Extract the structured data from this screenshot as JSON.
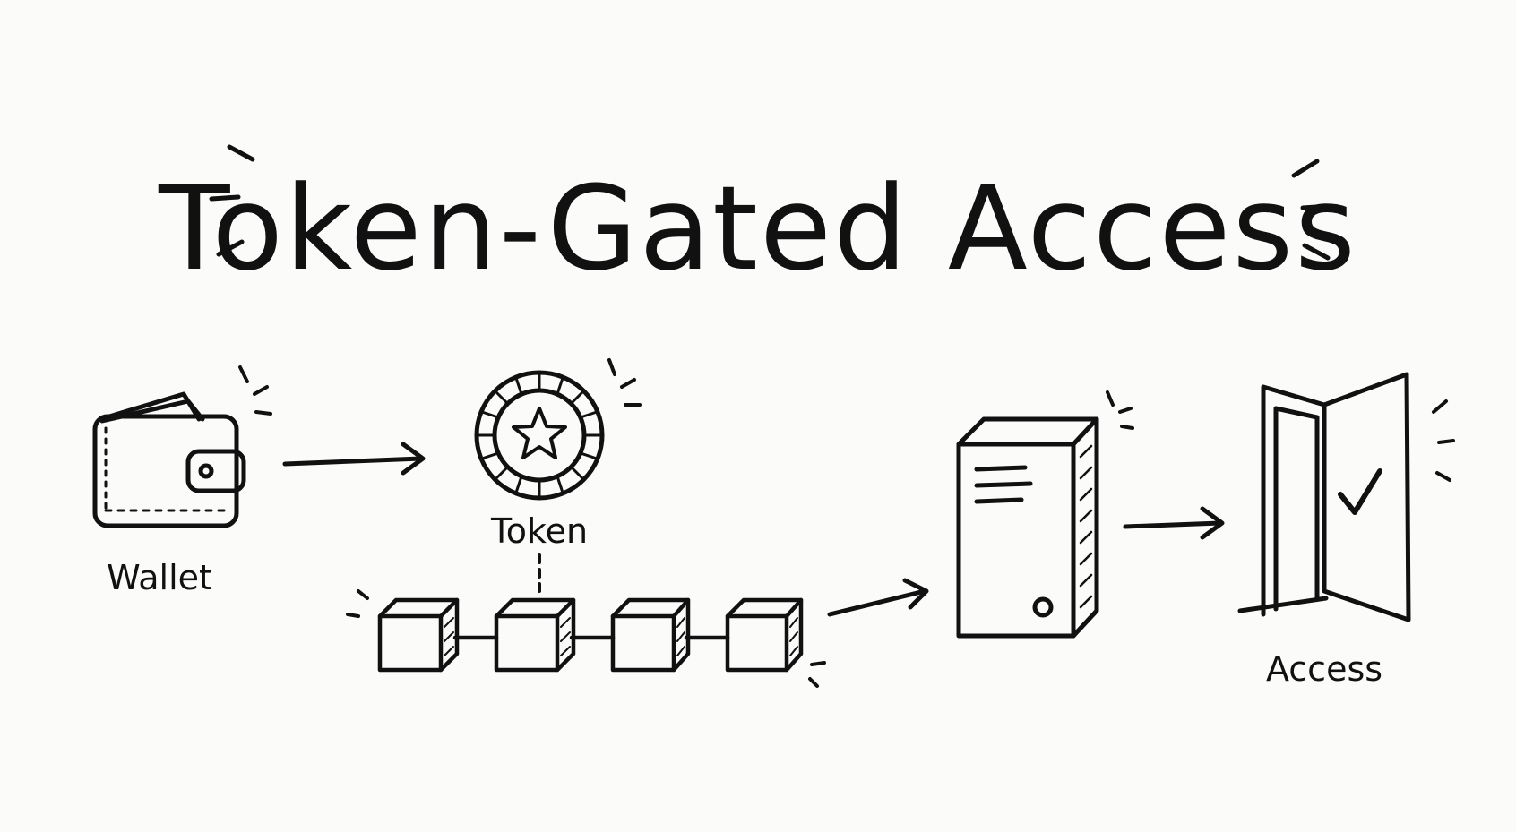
{
  "title": "Token-Gated Access",
  "labels": {
    "wallet": "Wallet",
    "token": "Token",
    "access": "Access"
  },
  "icons": {
    "wallet": "wallet-icon",
    "token": "star-coin-icon",
    "blockchain": "blockchain-blocks-icon",
    "server": "server-tower-icon",
    "door": "open-door-checkmark-icon"
  },
  "colors": {
    "ink": "#111111",
    "background": "#fbfbfa"
  }
}
